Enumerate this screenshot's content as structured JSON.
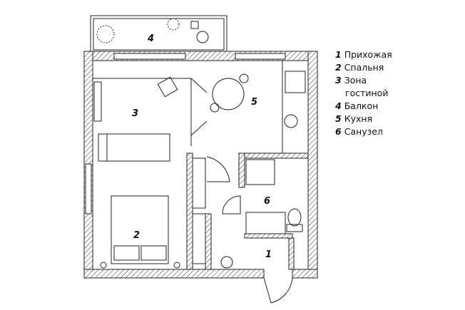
{
  "rooms": [
    {
      "number": "1",
      "name": "Прихожая"
    },
    {
      "number": "2",
      "name": "Спальня"
    },
    {
      "number": "3",
      "name": "Зона",
      "name_line2": "гостиной"
    },
    {
      "number": "4",
      "name": "Балкон"
    },
    {
      "number": "5",
      "name": "Кухня"
    },
    {
      "number": "6",
      "name": "Санузел"
    }
  ]
}
